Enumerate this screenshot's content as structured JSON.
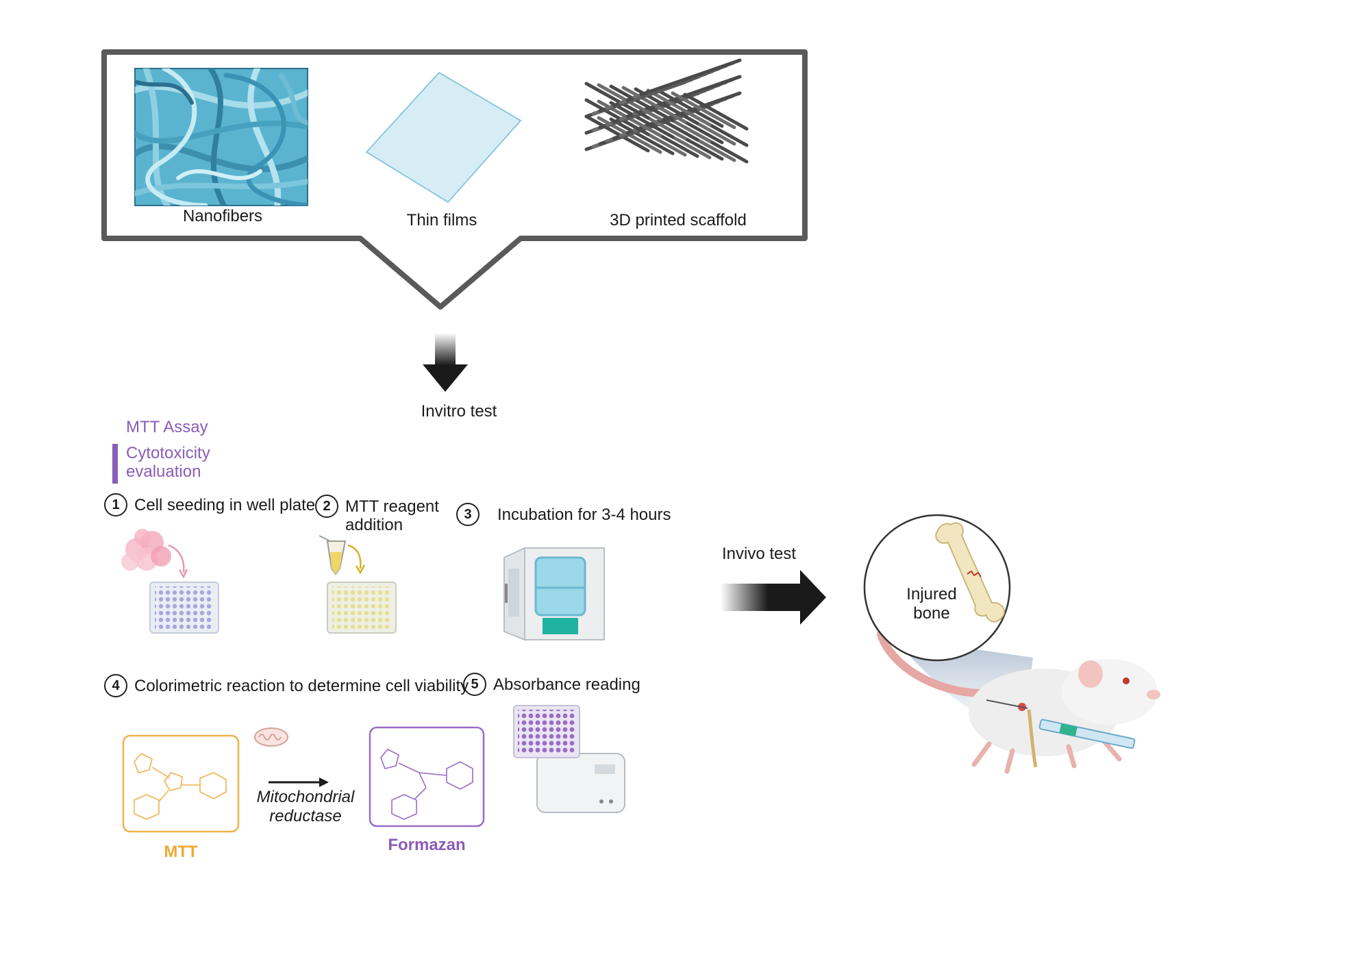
{
  "materials": {
    "nanofibers": "Nanofibers",
    "thin_films": "Thin films",
    "scaffold": "3D printed scaffold"
  },
  "invitro_label": "Invitro test",
  "mtt_assay": {
    "title": "MTT Assay",
    "subtitle_line1": "Cytotoxicity",
    "subtitle_line2": "evaluation"
  },
  "steps": [
    {
      "num": "1",
      "label": "Cell seeding in well plate"
    },
    {
      "num": "2",
      "label_line1": "MTT reagent",
      "label_line2": "addition"
    },
    {
      "num": "3",
      "label": "Incubation for 3-4 hours"
    },
    {
      "num": "4",
      "label": "Colorimetric reaction to determine cell viability"
    },
    {
      "num": "5",
      "label": "Absorbance reading"
    }
  ],
  "reaction": {
    "reactant": "MTT",
    "enzyme_line1": "Mitochondrial",
    "enzyme_line2": "reductase",
    "product": "Formazan"
  },
  "invivo_label": "Invivo test",
  "bone_label_line1": "Injured",
  "bone_label_line2": "bone",
  "colors": {
    "mtt": "#f0a830",
    "formazan": "#8a5cb8",
    "accent_bar": "#8a5cb8",
    "fiber": "#4ca6c4"
  }
}
